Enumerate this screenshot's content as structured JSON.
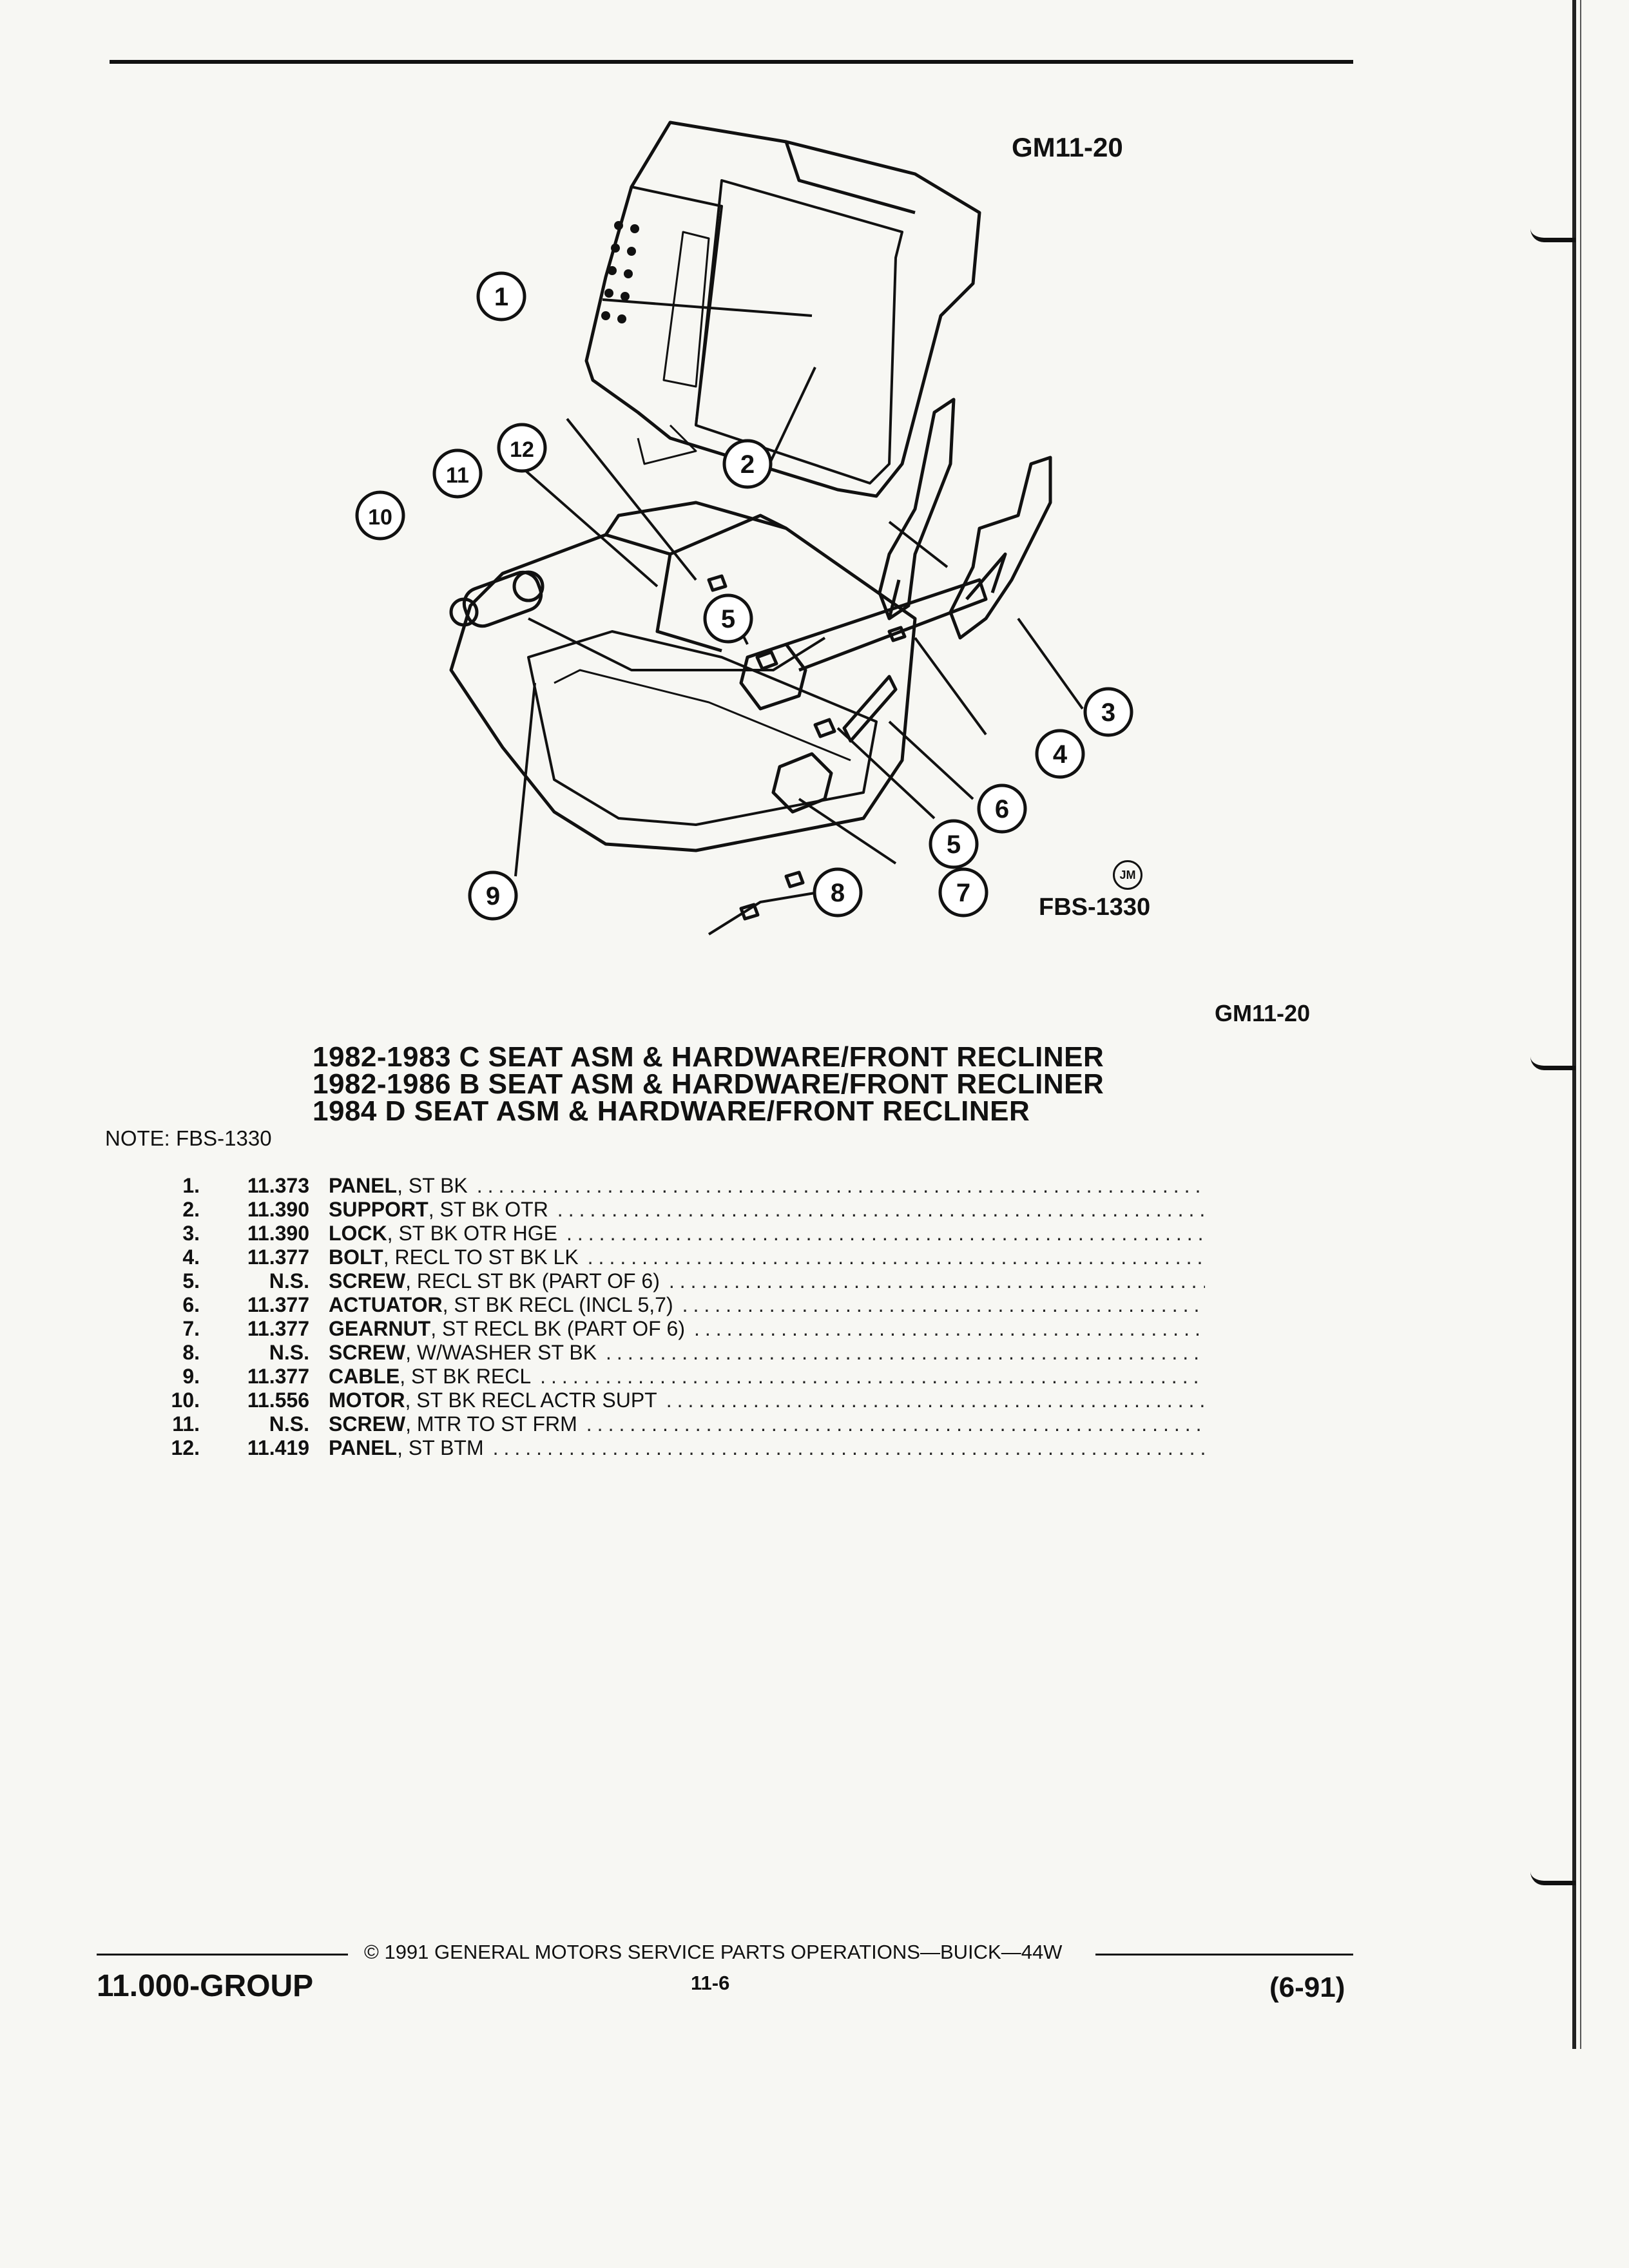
{
  "header": {
    "code_top": "GM11-20"
  },
  "diagram": {
    "code_right": "GM11-20",
    "figure_id": "FBS-1330",
    "artist_mark": "JM",
    "callouts": [
      "1",
      "2",
      "3",
      "4",
      "5",
      "6",
      "7",
      "8",
      "9",
      "10",
      "11",
      "12",
      "5"
    ]
  },
  "titles": [
    "1982-1983 C SEAT ASM & HARDWARE/FRONT RECLINER",
    "1982-1986 B SEAT ASM & HARDWARE/FRONT RECLINER",
    "1984 D SEAT ASM & HARDWARE/FRONT RECLINER"
  ],
  "note": "NOTE: FBS-1330",
  "parts": [
    {
      "num": "1.",
      "code": "11.373",
      "name": "PANEL",
      "desc": ", ST BK"
    },
    {
      "num": "2.",
      "code": "11.390",
      "name": "SUPPORT",
      "desc": ", ST BK OTR"
    },
    {
      "num": "3.",
      "code": "11.390",
      "name": "LOCK",
      "desc": ", ST BK OTR HGE"
    },
    {
      "num": "4.",
      "code": "11.377",
      "name": "BOLT",
      "desc": ", RECL TO ST BK LK"
    },
    {
      "num": "5.",
      "code": "N.S.",
      "name": "SCREW",
      "desc": ", RECL ST BK (PART OF 6)"
    },
    {
      "num": "6.",
      "code": "11.377",
      "name": "ACTUATOR",
      "desc": ", ST BK RECL (INCL 5,7)"
    },
    {
      "num": "7.",
      "code": "11.377",
      "name": "GEARNUT",
      "desc": ", ST RECL BK (PART OF 6)"
    },
    {
      "num": "8.",
      "code": "N.S.",
      "name": "SCREW",
      "desc": ", W/WASHER ST BK"
    },
    {
      "num": "9.",
      "code": "11.377",
      "name": "CABLE",
      "desc": ", ST BK RECL"
    },
    {
      "num": "10.",
      "code": "11.556",
      "name": "MOTOR",
      "desc": ", ST BK RECL ACTR SUPT"
    },
    {
      "num": "11.",
      "code": "N.S.",
      "name": "SCREW",
      "desc": ", MTR TO ST FRM"
    },
    {
      "num": "12.",
      "code": "11.419",
      "name": "PANEL",
      "desc": ", ST BTM"
    }
  ],
  "footer": {
    "group": "11.000-GROUP",
    "copyright": "© 1991 GENERAL MOTORS SERVICE PARTS OPERATIONS—BUICK—44W",
    "page": "11-6",
    "date": "(6-91)"
  }
}
